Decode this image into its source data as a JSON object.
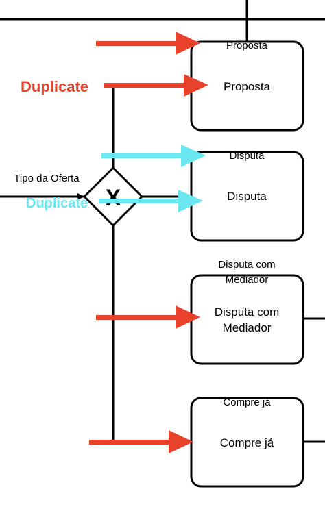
{
  "colors": {
    "annotation_red": "#e8432a",
    "annotation_cyan": "#6be8ef",
    "stroke": "#000000",
    "background": "#ffffff"
  },
  "gateway": {
    "incoming_label": "Tipo da Oferta",
    "symbol": "X"
  },
  "tasks": [
    {
      "title": "Proposta",
      "body": "Proposta"
    },
    {
      "title": "Disputa",
      "body": "Disputa"
    },
    {
      "title_lines": [
        "Disputa com",
        "Mediador"
      ],
      "body_lines": [
        "Disputa com",
        "Mediador"
      ]
    },
    {
      "title": "Compre já",
      "body": "Compre já"
    }
  ],
  "annotations": {
    "red_duplicate": "Duplicate",
    "cyan_duplicate": "Duplicate"
  }
}
